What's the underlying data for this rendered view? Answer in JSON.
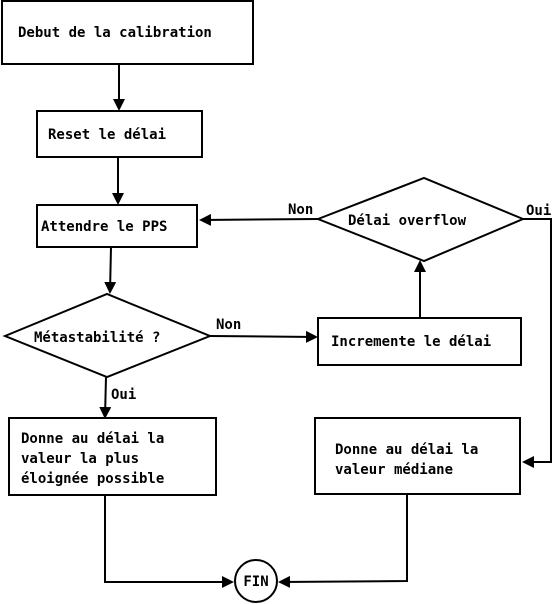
{
  "nodes": {
    "start": "Debut de la calibration",
    "reset": "Reset le délai",
    "wait_pps": "Attendre le PPS",
    "metastability": "Métastabilité ?",
    "overflow": "Délai overflow",
    "increment": "Incremente le délai",
    "farthest": [
      "Donne au délai la",
      "valeur la plus",
      "éloignée possible"
    ],
    "median": [
      "Donne au délai la",
      "valeur médiane"
    ],
    "end": "FIN"
  },
  "edges": {
    "meta_no": "Non",
    "meta_yes": "Oui",
    "overflow_no": "Non",
    "overflow_yes": "Oui"
  }
}
